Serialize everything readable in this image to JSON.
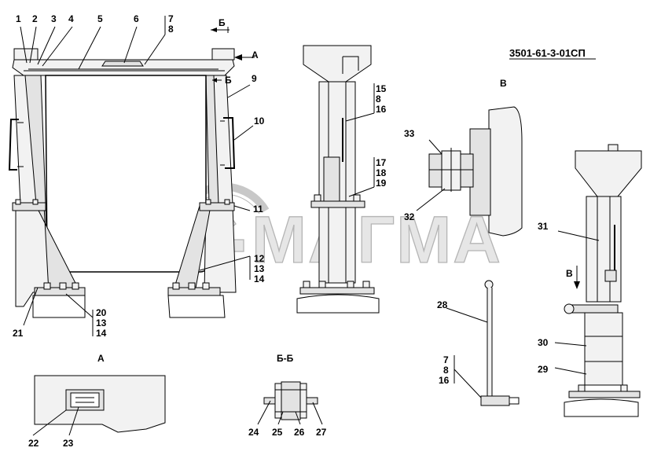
{
  "document_code": "3501-61-3-01СП",
  "watermark": "МАГМА",
  "views": {
    "a": "А",
    "bb": "Б-Б",
    "v": "В",
    "arrow_a": "А",
    "arrow_b1": "Б",
    "arrow_b2": "Б",
    "arrow_v": "В"
  },
  "callouts": {
    "c1": "1",
    "c2": "2",
    "c3": "3",
    "c4": "4",
    "c5": "5",
    "c6": "6",
    "c7": "7",
    "c8": "8",
    "c9": "9",
    "c10": "10",
    "c11": "11",
    "c12": "12",
    "c13": "13",
    "c14": "14",
    "c15": "15",
    "c8b": "8",
    "c16": "16",
    "c17": "17",
    "c18": "18",
    "c19": "19",
    "c20": "20",
    "c13b": "13",
    "c14b": "14",
    "c21": "21",
    "c22": "22",
    "c23": "23",
    "c24": "24",
    "c25": "25",
    "c26": "26",
    "c27": "27",
    "c28": "28",
    "c29": "29",
    "c30": "30",
    "c31": "31",
    "c32": "32",
    "c33": "33",
    "c7b": "7",
    "c8c": "8",
    "c16b": "16"
  }
}
